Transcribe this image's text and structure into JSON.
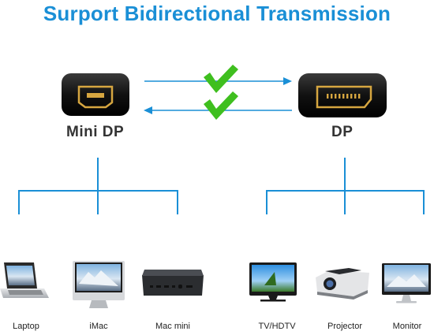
{
  "title": "Surport Bidirectional Transmission",
  "ports": {
    "left": {
      "label": "Mini DP",
      "icon": "mini-displayport-connector-icon"
    },
    "right": {
      "label": "DP",
      "icon": "displayport-connector-icon"
    }
  },
  "accent_color": "#1a8fd6",
  "check_color": "#3fbf1f",
  "devices_left": [
    {
      "label": "Laptop",
      "icon": "laptop-icon"
    },
    {
      "label": "iMac",
      "icon": "imac-icon"
    },
    {
      "label": "Mac mini",
      "icon": "mac-mini-icon"
    }
  ],
  "devices_right": [
    {
      "label": "TV/HDTV",
      "icon": "tv-icon"
    },
    {
      "label": "Projector",
      "icon": "projector-icon"
    },
    {
      "label": "Monitor",
      "icon": "monitor-icon"
    }
  ]
}
